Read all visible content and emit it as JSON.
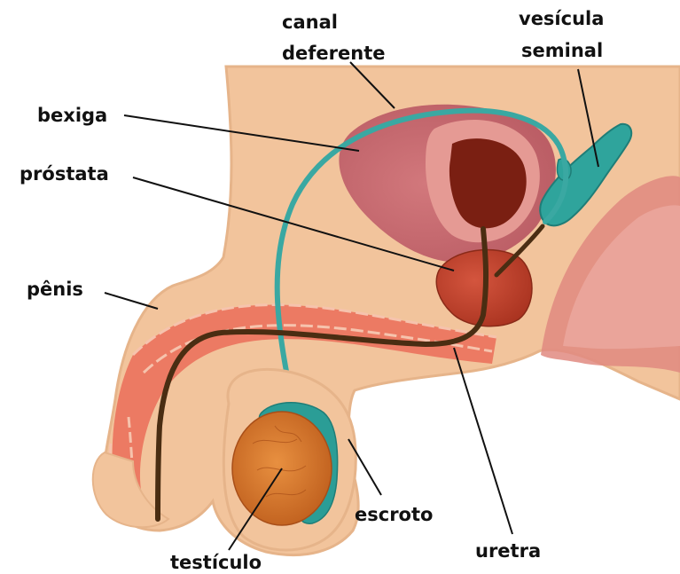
{
  "labels": {
    "canal_1": "canal",
    "canal_2": "deferente",
    "vesicula_1": "vesícula",
    "vesicula_2": "seminal",
    "bexiga": "bexiga",
    "prostata": "próstata",
    "penis": "pênis",
    "escroto": "escroto",
    "uretra": "uretra",
    "testiculo": "testículo"
  },
  "colors": {
    "skin": "#f2c49c",
    "skin_shadow": "#e2a577",
    "outline": "#e6b48a",
    "bladder": "#c86a70",
    "bladder_inner": "#7a1f12",
    "prostate": "#c2402e",
    "vas_deferens": "#3aa8a2",
    "seminal_vesicle": "#2fa49c",
    "urethra": "#4a2d12",
    "corpus": "#e86a55",
    "testis": "#d9772e",
    "epididymis": "#2b9d96",
    "rectum": "#e08a80"
  }
}
